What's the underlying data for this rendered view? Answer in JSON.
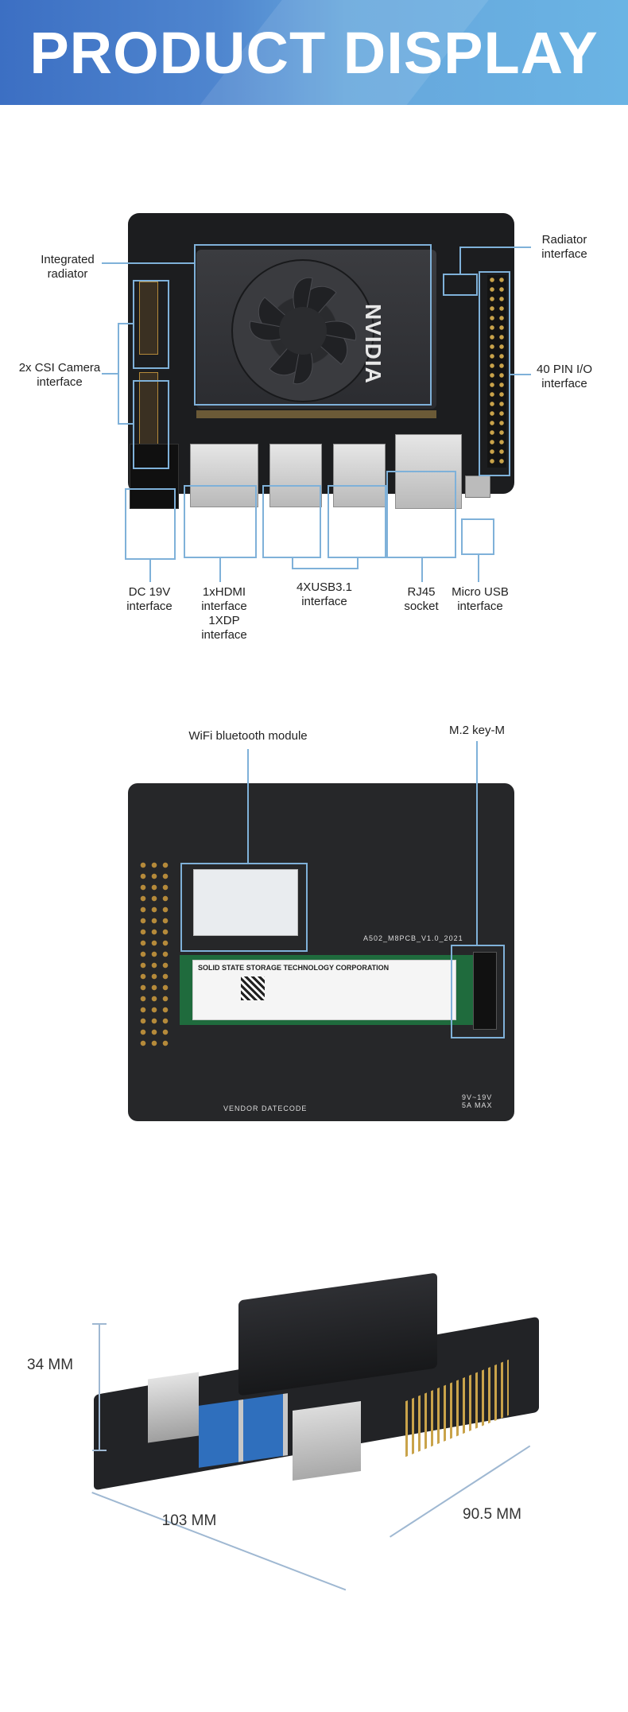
{
  "header": {
    "title": "PRODUCT DISPLAY"
  },
  "section1": {
    "labels": {
      "integrated_radiator": "Integrated\nradiator",
      "csi_camera": "2x CSI Camera\ninterface",
      "radiator_interface": "Radiator\ninterface",
      "pin_io": "40 PIN I/O\ninterface",
      "dc": "DC 19V\ninterface",
      "hdmi": "1xHDMI\ninterface\n1XDP\ninterface",
      "usb": "4XUSB3.1\ninterface",
      "rj45": "RJ45\nsocket",
      "micro_usb": "Micro USB\ninterface"
    },
    "board_brand": "NVIDIA"
  },
  "section2": {
    "labels": {
      "wifi": "WiFi bluetooth module",
      "m2": "M.2 key-M"
    },
    "ssd_title": "SOLID STATE STORAGE TECHNOLOGY CORPORATION",
    "pcb_code": "A502_M8PCB_V1.0_2021",
    "vendor": "VENDOR DATECODE",
    "power_note": "9V~19V\n5A MAX"
  },
  "section3": {
    "height": "34 MM",
    "length": "103 MM",
    "width": "90.5 MM"
  },
  "colors": {
    "accent_line": "#7fb1d9",
    "banner_left": "#3c6fc3",
    "banner_right": "#6ab4e4"
  }
}
